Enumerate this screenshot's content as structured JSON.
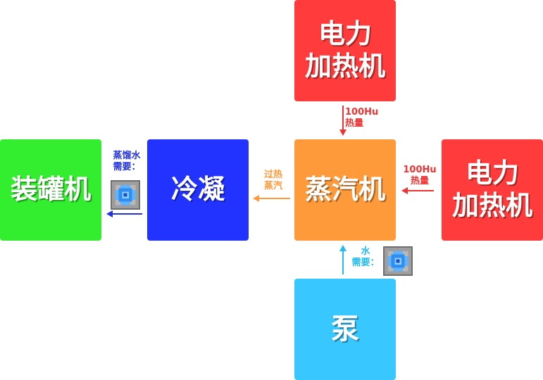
{
  "nodes": {
    "heater_top": {
      "line1": "电力",
      "line2": "加热机",
      "color": "#ff3b3b"
    },
    "heater_right": {
      "line1": "电力",
      "line2": "加热机",
      "color": "#ff3b3b"
    },
    "boiler": {
      "label": "蒸汽机",
      "color": "#ff9a3a"
    },
    "condenser": {
      "label": "冷凝",
      "color": "#2233ff"
    },
    "canner": {
      "label": "装罐机",
      "color": "#33ee2e"
    },
    "pump": {
      "label": "泵",
      "color": "#38c8ff"
    }
  },
  "edges": {
    "heat_top": {
      "line1": "100Hu",
      "line2": "热量",
      "color": "#ee3333"
    },
    "heat_right": {
      "line1": "100Hu",
      "line2": "热量",
      "color": "#ee3333"
    },
    "steam": {
      "line1": "过热",
      "line2": "蒸汽",
      "color": "#ff9a3a"
    },
    "distilled": {
      "line1": "蒸馏水",
      "line2": "需要：",
      "color": "#2233dd"
    },
    "water": {
      "line1": "水",
      "line2": "需要：",
      "color": "#22bbee"
    }
  },
  "icons": {
    "distilled": "water-cell-icon",
    "water": "water-cell-icon"
  }
}
